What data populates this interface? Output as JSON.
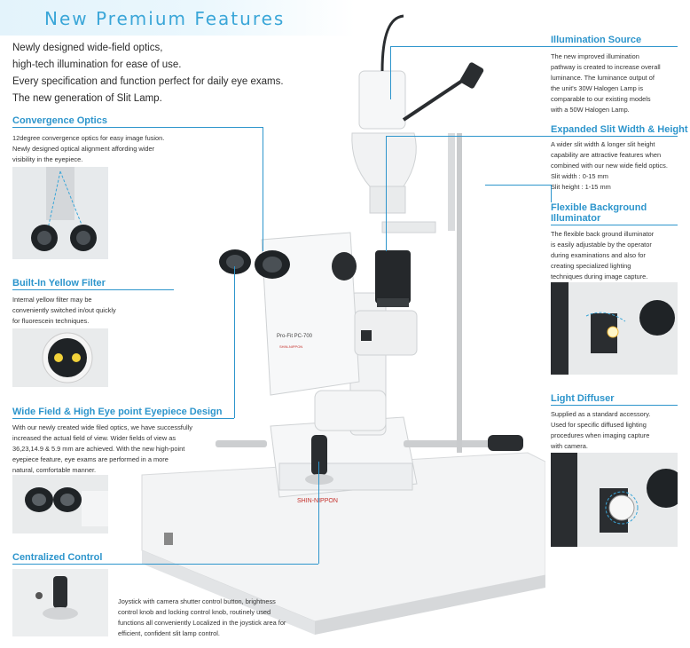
{
  "banner": {
    "title": "New Premium Features"
  },
  "intro": [
    "Newly designed wide-field optics,",
    "high-tech illumination for ease of use.",
    "Every specification and function perfect for daily eye exams.",
    "The new generation of Slit Lamp."
  ],
  "features": {
    "convergence": {
      "title": "Convergence Optics",
      "lines": [
        "12degree convergence optics for easy image fusion.",
        "Newly designed optical alignment affording wider",
        "visibility in the eyepiece."
      ]
    },
    "yellow_filter": {
      "title": "Built-In Yellow Filter",
      "lines": [
        "Internal yellow filter may be",
        "conveniently switched in/out quickly",
        "for fluorescein techniques."
      ]
    },
    "wide_field": {
      "title": "Wide Field & High Eye point Eyepiece Design",
      "lines": [
        "With our newly created wide filed optics, we have successfully",
        "increased the actual field of view. Wider fields of view as",
        "36,23,14.9 & 5.9 mm are achieved. With the new high-point",
        "eyepiece feature, eye exams are performed in a more",
        "natural, comfortable manner."
      ]
    },
    "centralized": {
      "title": "Centralized Control",
      "lines": [
        "Joystick with camera shutter control button, brightness",
        "control knob and locking control knob, routinely used",
        "functions all conveniently Localized in the joystick area for",
        "efficient, confident slit lamp control."
      ]
    },
    "illumination": {
      "title": "Illumination Source",
      "lines": [
        "The new improved illumination",
        "pathway is created to increase overall",
        "luminance. The luminance output of",
        "the unit's 30W Halogen Lamp is",
        "comparable to our existing models",
        "with a 50W Halogen Lamp."
      ]
    },
    "slit": {
      "title": "Expanded Slit Width & Height",
      "lines": [
        "A wider slit width & longer slit height",
        "capability are attractive features when",
        "combined with our new wide field optics.",
        "Slit width : 0-15 mm",
        "Slit height : 1-15 mm"
      ]
    },
    "background": {
      "title_line1": "Flexible Background",
      "title_line2": "Illuminator",
      "lines": [
        "The flexible back ground illuminator",
        "is easily adjustable by the operator",
        "during examinations and also for",
        "creating specialized lighting",
        "techniques during image capture."
      ]
    },
    "diffuser": {
      "title": "Light Diffuser",
      "lines": [
        "Supplied as a standard accessory.",
        "Used for specific diffused lighting",
        "procedures when imaging capture",
        "with camera."
      ]
    }
  },
  "device": {
    "model_label": "Pro-Fit PC-700",
    "brand_small": "SHIN-NIPPON",
    "brand_base": "SHIN-NIPPON"
  },
  "colors": {
    "accent": "#2d95cc",
    "banner_text": "#3aa6d8",
    "yellow_filter": "#f2d23a",
    "lamp_body": "#f4f5f6",
    "eyepiece": "#1f2326"
  }
}
